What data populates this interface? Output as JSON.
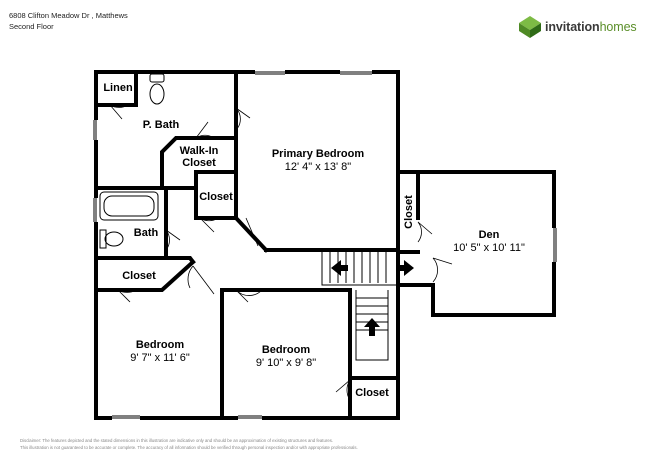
{
  "header": {
    "address": "6808 Clifton Meadow Dr , Matthews",
    "floor": "Second Floor"
  },
  "brand": {
    "name_bold": "invitation",
    "name_light": "homes",
    "icon": "invitation-homes-logo-icon",
    "accent": "#5b8f2a"
  },
  "rooms": {
    "linen": "Linen",
    "pbath": "P. Bath",
    "walkin_1": "Walk-In",
    "walkin_2": "Closet",
    "primary": "Primary Bedroom",
    "primary_dim": "12' 4\" x 13' 8\"",
    "closet_a": "Closet",
    "closet_b": "Closet",
    "bath": "Bath",
    "closet_c": "Closet",
    "den": "Den",
    "den_dim": "10' 5\" x 10' 11\"",
    "bedroom1": "Bedroom",
    "bedroom1_dim": "9' 7\" x 11' 6\"",
    "bedroom2": "Bedroom",
    "bedroom2_dim": "9' 10\" x 9' 8\"",
    "closet_d": "Closet"
  },
  "disclaimer": {
    "line1": "Disclaimer: The features depicted and the stated dimensions in this illustration are indicative only and should be an approximation of existing structures and features.",
    "line2": "This illustration is not guaranteed to be accurate or complete. The accuracy of all information should be verified through personal inspection and/or with appropriate professionals."
  }
}
